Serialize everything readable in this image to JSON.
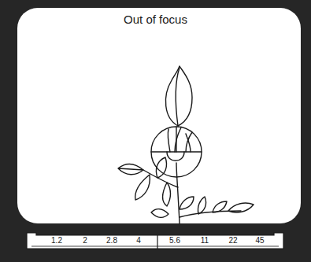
{
  "diagram": {
    "title": "Out of focus",
    "labels": [
      "1.2",
      "2",
      "2.8",
      "4",
      "5.6",
      "11",
      "22",
      "45"
    ]
  }
}
